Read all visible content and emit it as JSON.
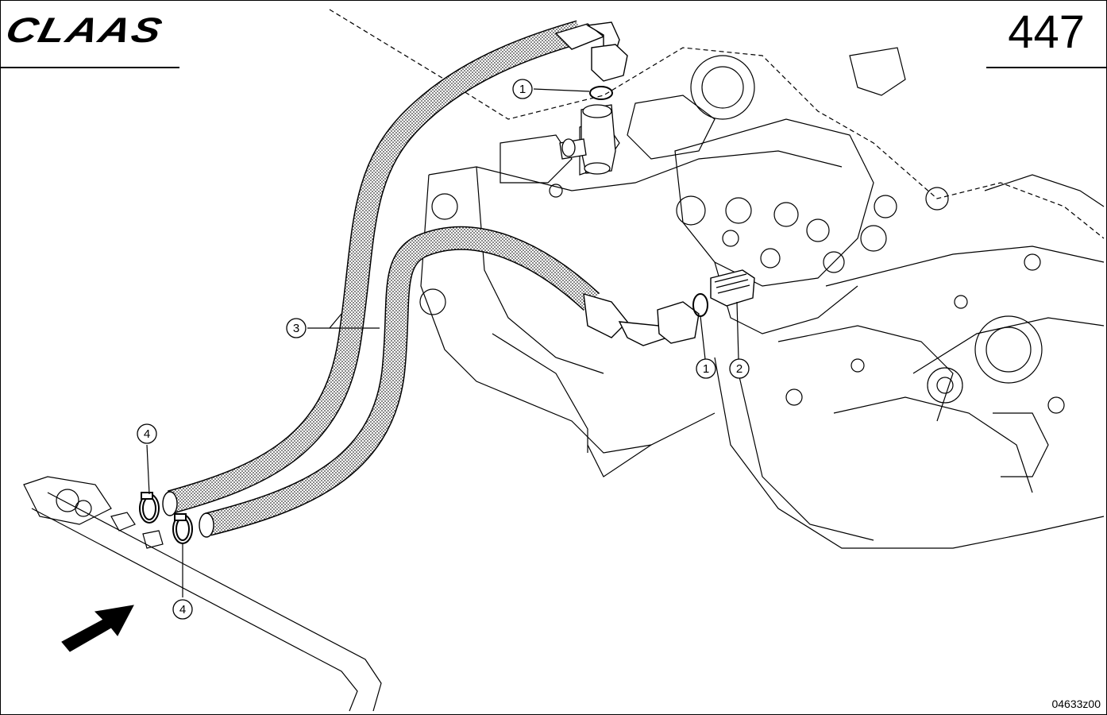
{
  "header": {
    "brand": "CLAAS",
    "page_number": "447"
  },
  "footer": {
    "drawing_code": "04633z00"
  },
  "callouts": [
    {
      "id": "c1a",
      "label": "1"
    },
    {
      "id": "c1b",
      "label": "1"
    },
    {
      "id": "c2",
      "label": "2"
    },
    {
      "id": "c3",
      "label": "3"
    },
    {
      "id": "c4a",
      "label": "4"
    },
    {
      "id": "c4b",
      "label": "4"
    }
  ],
  "colors": {
    "line": "#000000",
    "hose_fill": "#bdbdbd",
    "background": "#ffffff"
  }
}
